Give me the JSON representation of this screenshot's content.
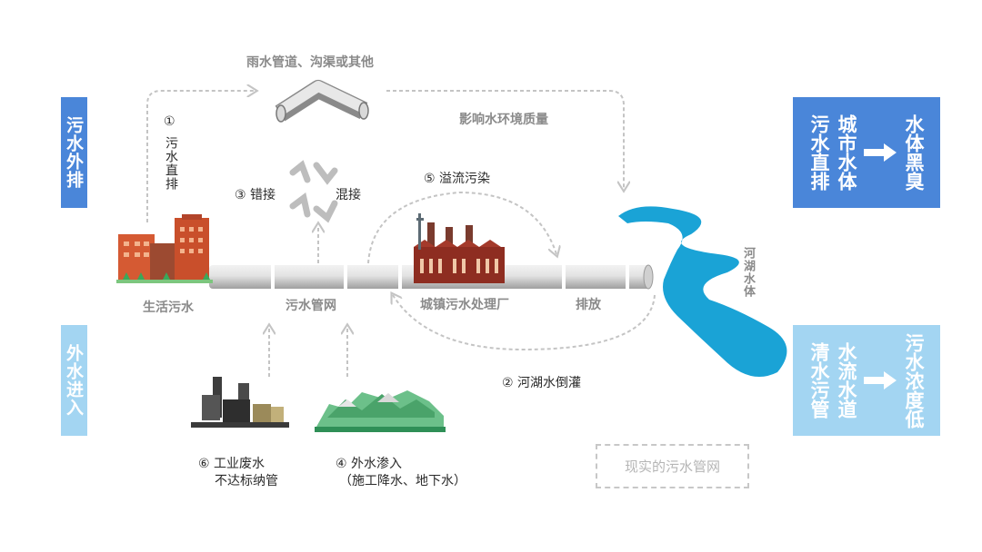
{
  "side_labels": {
    "top": "污水外排",
    "bottom": "外水进入"
  },
  "result_boxes": {
    "top": {
      "left_col1": "污水直排",
      "left_col2": "城市水体",
      "right": "水体黑臭"
    },
    "bottom": {
      "left_col1": "清水污管",
      "left_col2": "水流水道",
      "right": "污水浓度低"
    }
  },
  "labels": {
    "rain_pipe": "雨水管道、沟渠或其他",
    "impact": "影响水环境质量",
    "num1": "①",
    "direct_discharge": "污水直排",
    "misconnect_num": "③ 错接",
    "misconnect_mix": "混接",
    "overflow": "⑤ 溢流污染",
    "river": "河湖水体",
    "domestic": "生活污水",
    "sewer_network": "污水管网",
    "wwtp": "城镇污水处理厂",
    "discharge": "排放",
    "backflow": "② 河湖水倒灌",
    "industrial_l1": "⑥ 工业废水",
    "industrial_l2": "不达标纳管",
    "infiltration_l1": "④ 外水渗入",
    "infiltration_l2": "（施工降水、地下水）",
    "legend": "现实的污水管网"
  },
  "colors": {
    "blue": "#4a86d9",
    "light_blue": "#a3d5f2",
    "river": "#1aa3d6",
    "dash": "#c4c4c4"
  }
}
